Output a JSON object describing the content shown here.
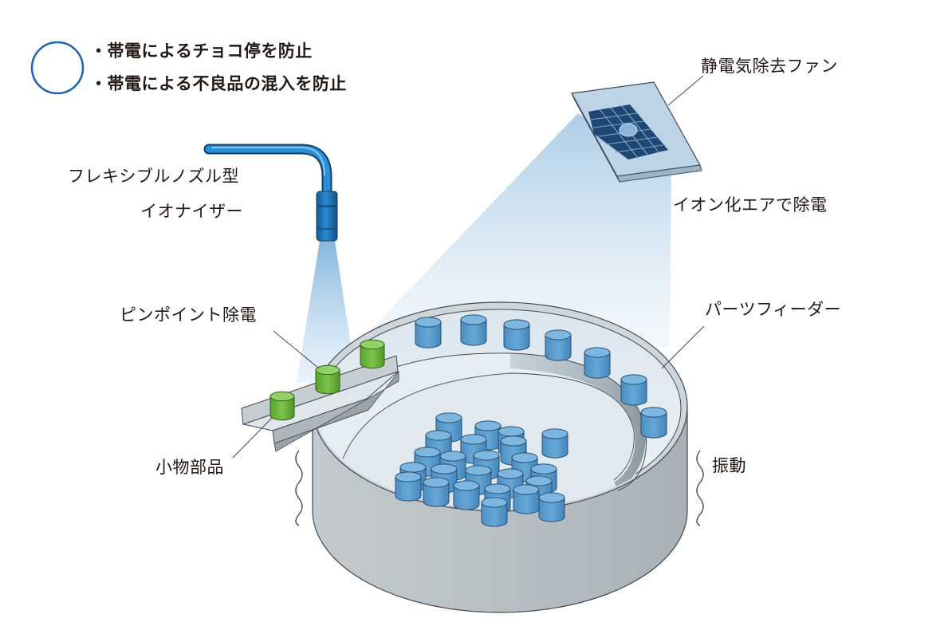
{
  "benefits": {
    "items": [
      "・帯電によるチョコ停を防止",
      "・帯電による不良品の混入を防止"
    ]
  },
  "labels": {
    "fan_name": "静電気除去ファン",
    "fan_action": "イオン化エアで除電",
    "nozzle_line1": "フレキシブルノズル型",
    "nozzle_line2": "イオナイザー",
    "pinpoint": "ピンポイント除電",
    "parts_feeder": "パーツフィーダー",
    "small_parts": "小物部品",
    "vibration": "振動"
  },
  "colors": {
    "accent_blue": "#1c64b2",
    "nozzle_blue": "#1e78c0",
    "bowl_gray": "#b5bcc0",
    "part_blue": "#5c9fd0",
    "part_green": "#6bb43b"
  }
}
